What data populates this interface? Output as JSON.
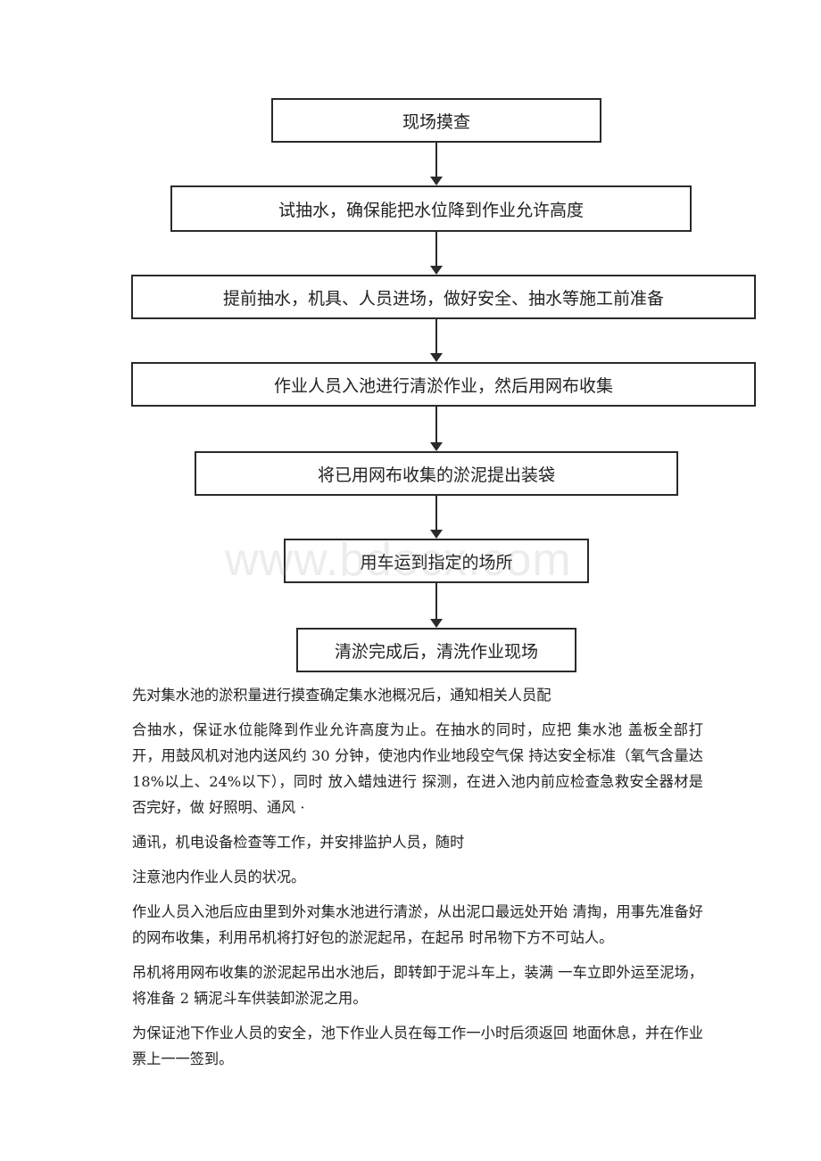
{
  "flowchart": {
    "steps": [
      "现场摸查",
      "试抽水，确保能把水位降到作业允许高度",
      "提前抽水，机具、人员进场，做好安全、抽水等施工前准备",
      "作业人员入池进行清淤作业，然后用网布收集",
      "将已用网布收集的淤泥提出装袋",
      "用车运到指定的场所",
      "清淤完成后，清洗作业现场"
    ]
  },
  "watermark": "www.bdocx.com",
  "paragraphs": [
    "先对集水池的淤积量进行摸查确定集水池概况后，通知相关人员配",
    "合抽水，保证水位能降到作业允许高度为止。在抽水的同时，应把 集水池 盖板全部打开，用鼓风机对池内送风约 30 分钟，使池内作业地段空气保 持达安全标准（氧气含量达 18%以上、24%以下），同时 放入蜡烛进行 探测，在进入池内前应检查急救安全器材是否完好，做 好照明、通风 ·",
    "通讯，机电设备检查等工作，并安排监护人员，随时",
    "注意池内作业人员的状况。",
    "作业人员入池后应由里到外对集水池进行清淤，从出泥口最远处开始 清掏，用事先准备好的网布收集，利用吊机将打好包的淤泥起吊，在起吊 时吊物下方不可站人。",
    "吊机将用网布收集的淤泥起吊出水池后，即转卸于泥斗车上，装满 一车立即外运至泥场，将准备 2 辆泥斗车供装卸淤泥之用。",
    "为保证池下作业人员的安全，池下作业人员在每工作一小时后须返回 地面休息，并在作业票上一一签到。"
  ]
}
